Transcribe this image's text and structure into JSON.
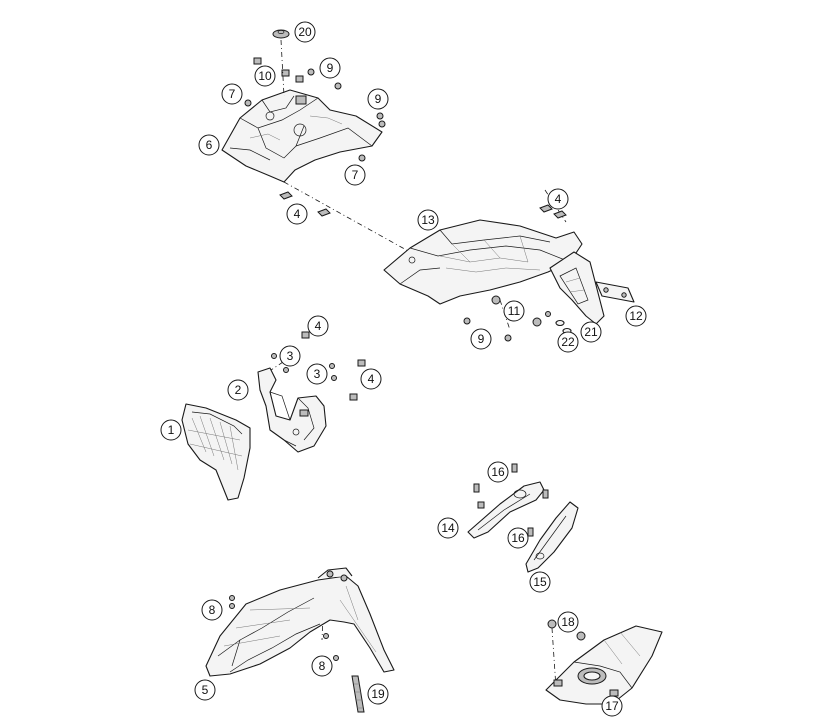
{
  "callouts": {
    "c1": "1",
    "c2": "2",
    "c3a": "3",
    "c3b": "3",
    "c4a": "4",
    "c4b": "4",
    "c4c": "4",
    "c4d": "4",
    "c5": "5",
    "c6": "6",
    "c7a": "7",
    "c7b": "7",
    "c8a": "8",
    "c8b": "8",
    "c9a": "9",
    "c9b": "9",
    "c9c": "9",
    "c10": "10",
    "c11": "11",
    "c12": "12",
    "c13": "13",
    "c14": "14",
    "c15": "15",
    "c16a": "16",
    "c16b": "16",
    "c17": "17",
    "c18": "18",
    "c19": "19",
    "c20": "20",
    "c21": "21",
    "c22": "22"
  }
}
